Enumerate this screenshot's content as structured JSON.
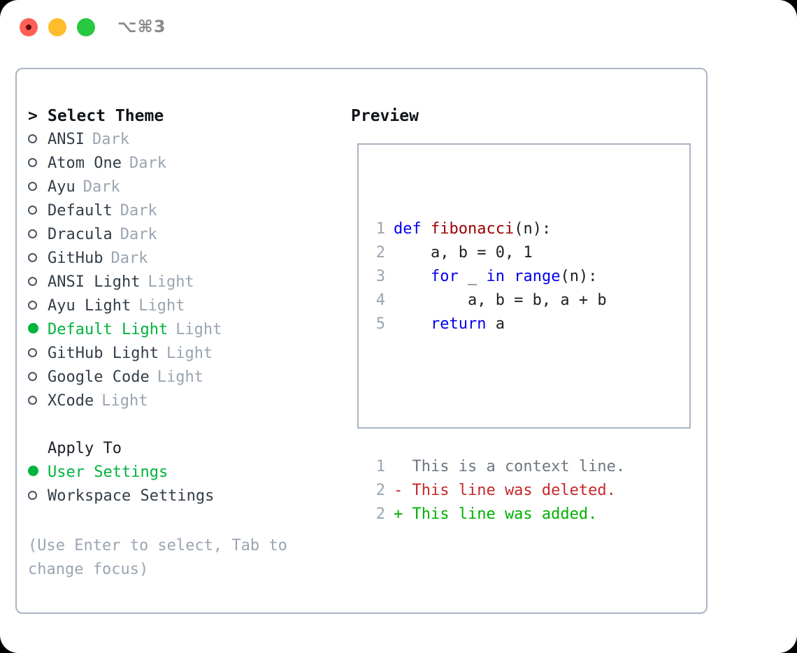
{
  "titlebar": {
    "buttons": [
      {
        "name": "close",
        "color": "#ff5f57"
      },
      {
        "name": "minimize",
        "color": "#ffbd2e"
      },
      {
        "name": "zoom",
        "color": "#28c840"
      }
    ],
    "shortcut": "⌥⌘3"
  },
  "theme_picker": {
    "heading": "Select Theme",
    "caret": ">",
    "items": [
      {
        "name": "ANSI",
        "kind": "Dark",
        "selected": false
      },
      {
        "name": "Atom One",
        "kind": "Dark",
        "selected": false
      },
      {
        "name": "Ayu",
        "kind": "Dark",
        "selected": false
      },
      {
        "name": "Default",
        "kind": "Dark",
        "selected": false
      },
      {
        "name": "Dracula",
        "kind": "Dark",
        "selected": false
      },
      {
        "name": "GitHub",
        "kind": "Dark",
        "selected": false
      },
      {
        "name": "ANSI Light",
        "kind": "Light",
        "selected": false
      },
      {
        "name": "Ayu Light",
        "kind": "Light",
        "selected": false
      },
      {
        "name": "Default Light",
        "kind": "Light",
        "selected": true
      },
      {
        "name": "GitHub Light",
        "kind": "Light",
        "selected": false
      },
      {
        "name": "Google Code",
        "kind": "Light",
        "selected": false
      },
      {
        "name": "XCode",
        "kind": "Light",
        "selected": false
      }
    ]
  },
  "apply_to": {
    "heading": "Apply To",
    "options": [
      {
        "name": "User Settings",
        "selected": true
      },
      {
        "name": "Workspace Settings",
        "selected": false
      }
    ]
  },
  "hint": "(Use Enter to select, Tab to change focus)",
  "preview": {
    "title": "Preview",
    "code_lines": [
      {
        "num": "1",
        "tokens": [
          {
            "t": "def ",
            "c": "kw"
          },
          {
            "t": "fibonacci",
            "c": "fn"
          },
          {
            "t": "(n):",
            "c": "plain"
          }
        ]
      },
      {
        "num": "2",
        "tokens": [
          {
            "t": "    a, b = 0, 1",
            "c": "plain"
          }
        ]
      },
      {
        "num": "3",
        "tokens": [
          {
            "t": "    ",
            "c": "plain"
          },
          {
            "t": "for",
            "c": "kw"
          },
          {
            "t": " _ ",
            "c": "plain"
          },
          {
            "t": "in",
            "c": "kw"
          },
          {
            "t": " ",
            "c": "plain"
          },
          {
            "t": "range",
            "c": "kw"
          },
          {
            "t": "(n):",
            "c": "plain"
          }
        ]
      },
      {
        "num": "4",
        "tokens": [
          {
            "t": "        a, b = b, a + b",
            "c": "plain"
          }
        ]
      },
      {
        "num": "5",
        "tokens": [
          {
            "t": "    ",
            "c": "plain"
          },
          {
            "t": "return",
            "c": "kw"
          },
          {
            "t": " a",
            "c": "plain"
          }
        ]
      }
    ],
    "diff_lines": [
      {
        "num": "1",
        "text": "  This is a context line.",
        "cls": "ctx"
      },
      {
        "num": "2",
        "text": "- This line was deleted.",
        "cls": "del"
      },
      {
        "num": "2",
        "text": "+ This line was added.",
        "cls": "add"
      }
    ]
  },
  "colors": {
    "accent_green": "#00b33c",
    "muted": "#9aa5b1",
    "border": "#aab4c3",
    "keyword": "#0000ee",
    "function": "#a00000",
    "deleted": "#c62828",
    "added": "#00b000"
  }
}
